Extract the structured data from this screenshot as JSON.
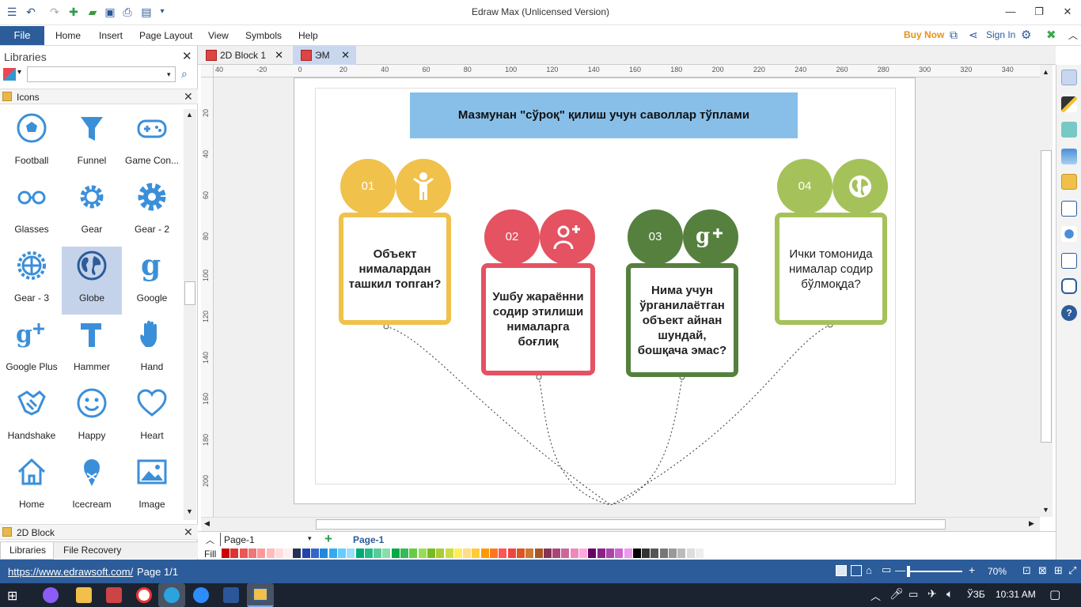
{
  "window": {
    "title": "Edraw Max (Unlicensed Version)"
  },
  "menu": {
    "file": "File",
    "items": [
      "Home",
      "Insert",
      "Page Layout",
      "View",
      "Symbols",
      "Help"
    ],
    "buy_now": "Buy Now",
    "sign_in": "Sign In"
  },
  "libraries": {
    "title": "Libraries",
    "search_placeholder": "",
    "category_icons": "Icons",
    "category_2d": "2D Block",
    "icons": [
      {
        "name": "Football",
        "icon": "football-icon"
      },
      {
        "name": "Funnel",
        "icon": "funnel-icon"
      },
      {
        "name": "Game Con...",
        "icon": "game-controller-icon"
      },
      {
        "name": "Glasses",
        "icon": "glasses-icon"
      },
      {
        "name": "Gear",
        "icon": "gear-icon"
      },
      {
        "name": "Gear - 2",
        "icon": "gear-2-icon"
      },
      {
        "name": "Gear - 3",
        "icon": "gear-3-icon"
      },
      {
        "name": "Globe",
        "icon": "globe-icon"
      },
      {
        "name": "Google",
        "icon": "google-icon"
      },
      {
        "name": "Google Plus",
        "icon": "google-plus-icon"
      },
      {
        "name": "Hammer",
        "icon": "hammer-icon"
      },
      {
        "name": "Hand",
        "icon": "hand-icon"
      },
      {
        "name": "Handshake",
        "icon": "handshake-icon"
      },
      {
        "name": "Happy",
        "icon": "happy-icon"
      },
      {
        "name": "Heart",
        "icon": "heart-icon"
      },
      {
        "name": "Home",
        "icon": "home-icon"
      },
      {
        "name": "Icecream",
        "icon": "icecream-icon"
      },
      {
        "name": "Image",
        "icon": "image-icon"
      }
    ],
    "selected": "Globe",
    "tabs": [
      "Libraries",
      "File Recovery"
    ]
  },
  "doc_tabs": [
    {
      "label": "2D Block 1"
    },
    {
      "label": "ЭМ",
      "active": true
    }
  ],
  "ruler": {
    "h": [
      "40",
      "-20",
      "0",
      "20",
      "40",
      "60",
      "80",
      "100",
      "120",
      "140",
      "160",
      "180",
      "200",
      "220",
      "240",
      "260",
      "280",
      "300",
      "320",
      "340"
    ],
    "v": [
      "20",
      "40",
      "60",
      "80",
      "100",
      "120",
      "140",
      "160",
      "180",
      "200"
    ]
  },
  "diagram": {
    "heading": "Мазмунан \"сўроқ\" қилиш учун саволлар тўплами",
    "steps": [
      {
        "num": "01",
        "color": "#f0c14b",
        "text": "Объект нималардан ташкил топган?",
        "icon": "person-icon"
      },
      {
        "num": "02",
        "color": "#e55262",
        "text": "Ушбу жараённи содир этилиши нималарга боғлиқ",
        "icon": "google-plus-icon"
      },
      {
        "num": "03",
        "color": "#55803e",
        "text": "Нима учун ўрганилаётган объект айнан шундай, бошқача эмас?",
        "icon": "google-plus-icon"
      },
      {
        "num": "04",
        "color": "#a5c25a",
        "text": "Ички томонида нималар содир бўлмоқда?",
        "icon": "globe-icon"
      }
    ]
  },
  "pages": {
    "current": "Page-1",
    "tab": "Page-1",
    "fill_label": "Fill"
  },
  "status": {
    "url": "https://www.edrawsoft.com/",
    "page_info": "Page 1/1",
    "zoom": "70%"
  },
  "taskbar": {
    "lang": "ЎЗБ",
    "time": "10:31 AM"
  },
  "colors": {
    "accent": "#2c5c9a",
    "icon_blue": "#3b8fd9"
  }
}
